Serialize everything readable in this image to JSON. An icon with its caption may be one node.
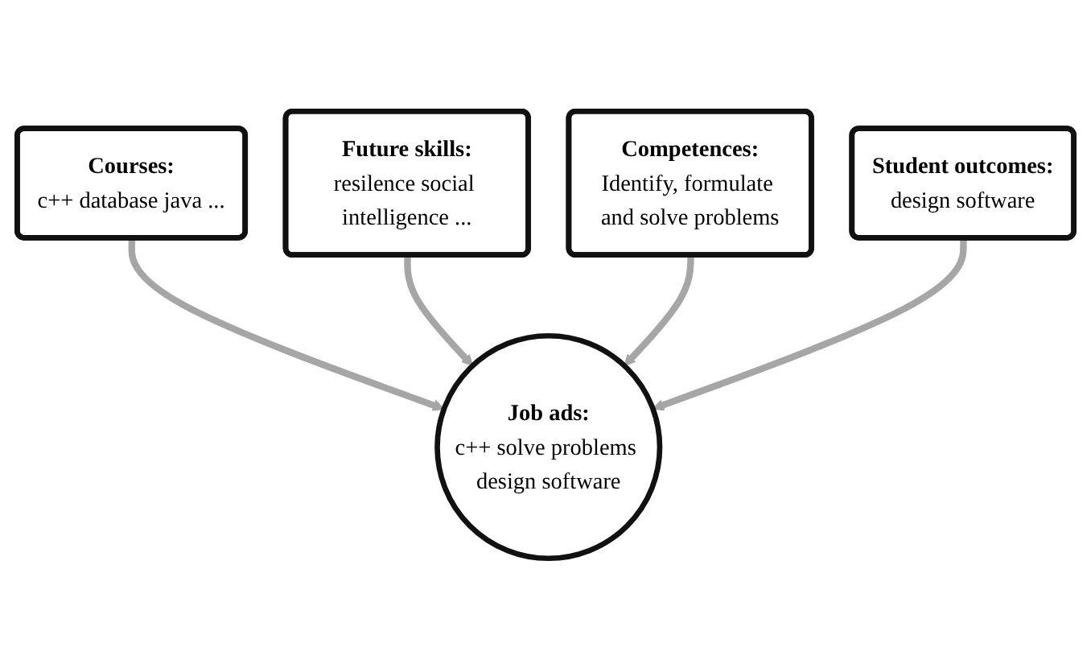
{
  "diagram": {
    "nodes": [
      {
        "text": [
          "Courses:",
          "c++ database java ..."
        ]
      },
      {
        "text": [
          "Future skills:",
          "resilence social intelligence ..."
        ]
      },
      {
        "text": [
          "Competences:",
          "Identify, formulate and solve problems"
        ]
      },
      {
        "text": [
          "Job ads:",
          "c++ solve problems design software"
        ]
      },
      {
        "text": [
          "Student outcomes:",
          "design software"
        ]
      }
    ],
    "edges": [
      {
        "from": 0,
        "to": 3,
        "arrow": "to"
      },
      {
        "from": 1,
        "to": 3,
        "arrow": "to"
      },
      {
        "from": 2,
        "to": 3,
        "arrow": "to"
      },
      {
        "from": 4,
        "to": 3,
        "arrow": "to"
      }
    ]
  }
}
